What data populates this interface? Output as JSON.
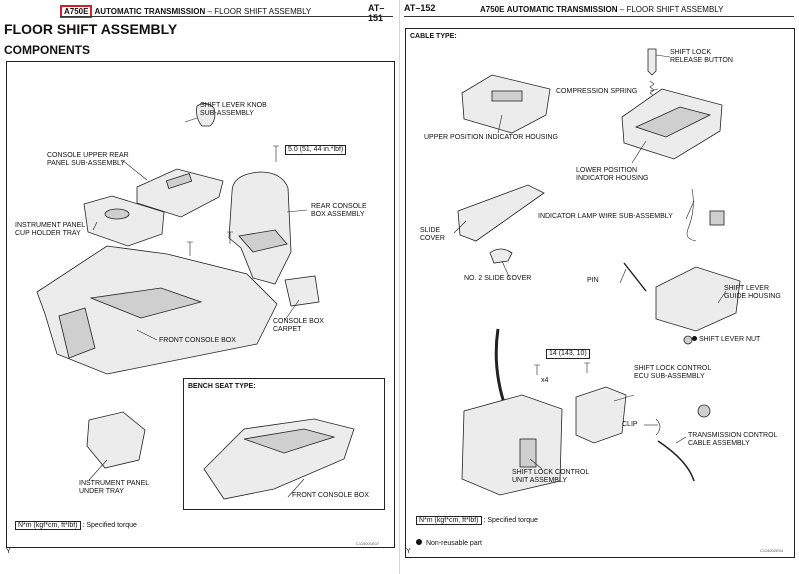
{
  "left": {
    "header": {
      "code": "A750E",
      "title": "AUTOMATIC TRANSMISSION",
      "dash": "–",
      "subtitle": "FLOOR SHIFT ASSEMBLY",
      "page": "AT–151"
    },
    "title": "FLOOR SHIFT ASSEMBLY",
    "section": "COMPONENTS",
    "labels": {
      "knob": "SHIFT LEVER KNOB\nSUB-ASSEMBLY",
      "upper_rear": "CONSOLE UPPER REAR\nPANEL SUB-ASSEMBLY",
      "cup_tray": "INSTRUMENT PANEL\nCUP HOLDER TRAY",
      "torque": "5.0 (51, 44 in.*lbf)",
      "rear_box": "REAR CONSOLE\nBOX ASSEMBLY",
      "carpet": "CONSOLE BOX\nCARPET",
      "front_box": "FRONT CONSOLE BOX",
      "under_tray": "INSTRUMENT PANEL\nUNDER TRAY"
    },
    "bench": {
      "title": "BENCH SEAT TYPE:",
      "label": "FRONT CONSOLE BOX"
    },
    "legend": {
      "unit": "N*m (kgf*cm, ft*lbf)",
      "text": ": Specified torque"
    },
    "corner": "Y",
    "figure_id": "C114001E07"
  },
  "right": {
    "header": {
      "page": "AT–152",
      "code": "A750E",
      "title": "AUTOMATIC TRANSMISSION",
      "dash": "–",
      "subtitle": "FLOOR SHIFT ASSEMBLY"
    },
    "cable_type": "CABLE TYPE:",
    "labels": {
      "release_btn": "SHIFT LOCK\nRELEASE BUTTON",
      "spring": "COMPRESSION SPRING",
      "upper_housing": "UPPER POSITION INDICATOR HOUSING",
      "lower_housing": "LOWER POSITION\nINDICATOR HOUSING",
      "lamp_wire": "INDICATOR LAMP WIRE SUB-ASSEMBLY",
      "slide_cover": "SLIDE\nCOVER",
      "no2_cover": "NO. 2 SLIDE COVER",
      "pin": "PIN",
      "guide_housing": "SHIFT LEVER\nGUIDE HOUSING",
      "lever_nut": "SHIFT LEVER NUT",
      "torque": "14 (143, 10)",
      "x4": "x4",
      "ecu": "SHIFT LOCK CONTROL\nECU SUB-ASSEMBLY",
      "clip": "CLIP",
      "cable": "TRANSMISSION CONTROL\nCABLE ASSEMBLY",
      "control_unit": "SHIFT LOCK CONTROL\nUNIT ASSEMBLY"
    },
    "legend": {
      "unit": "N*m (kgf*cm, ft*lbf)",
      "text": ": Specified torque",
      "nonreuse": "Non-reusable part"
    },
    "corner": "Y",
    "figure_id": "C114002E04"
  }
}
